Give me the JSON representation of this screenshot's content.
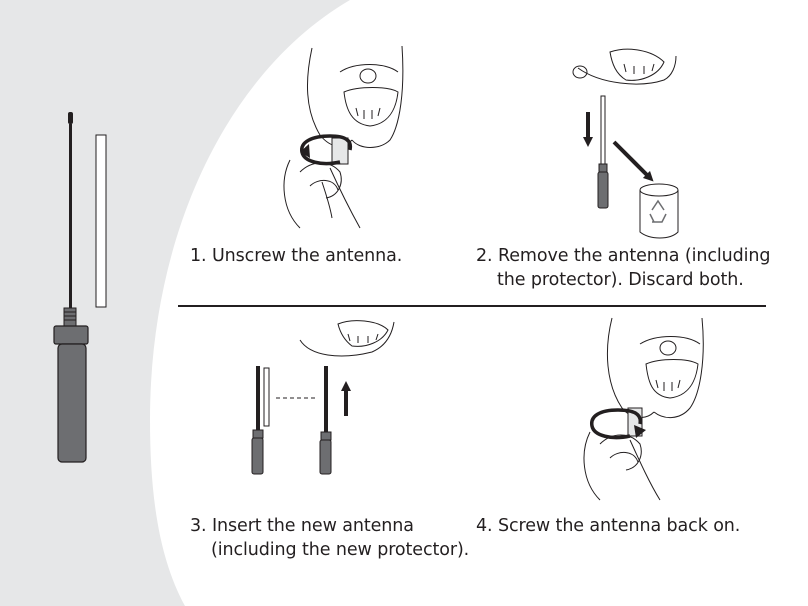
{
  "steps": [
    {
      "number": "1.",
      "line1": "Unscrew the antenna.",
      "line2": ""
    },
    {
      "number": "2.",
      "line1": "Remove the antenna (including",
      "line2": "the protector). Discard both."
    },
    {
      "number": "3.",
      "line1": "Insert the new antenna",
      "line2": "(including the new protector)."
    },
    {
      "number": "4.",
      "line1": "Screw the antenna back on.",
      "line2": ""
    }
  ],
  "colors": {
    "sidebar": "#e6e7e8",
    "ink": "#231f20",
    "antenna_handle": "#6d6e71"
  },
  "icons": [
    "antenna-part",
    "protector-tube",
    "rotate-arrow-icon",
    "down-arrow-icon",
    "discard-arrow-icon",
    "recycle-icon",
    "up-arrow-icon"
  ]
}
